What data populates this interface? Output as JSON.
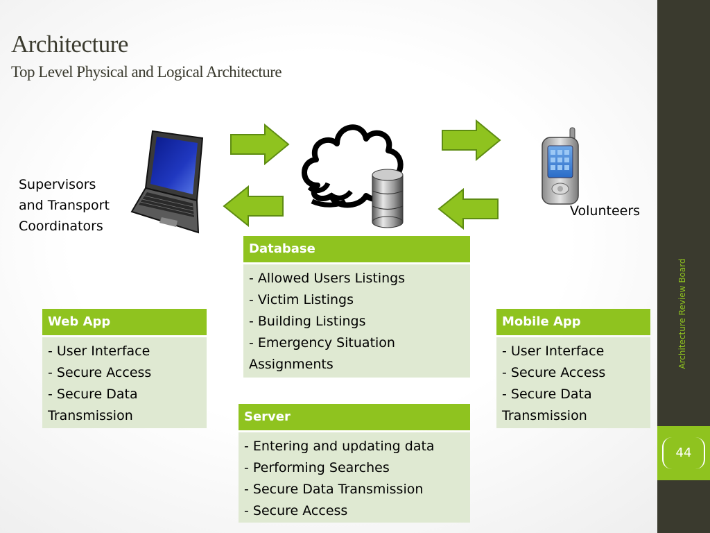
{
  "slide": {
    "title": "Architecture",
    "subtitle": "Top Level Physical and Logical Architecture",
    "sidebar_label": "Architecture Review Board",
    "page_number": "44"
  },
  "actors": {
    "supervisors": [
      "Supervisors",
      "and Transport",
      "Coordinators"
    ],
    "volunteers": "Volunteers"
  },
  "boxes": {
    "database": {
      "header": "Database",
      "items": [
        "- Allowed Users Listings",
        "- Victim Listings",
        "- Building Listings",
        "- Emergency Situation",
        "Assignments"
      ]
    },
    "webapp": {
      "header": "Web App",
      "items": [
        "- User Interface",
        "- Secure Access",
        "- Secure Data",
        "Transmission"
      ]
    },
    "mobileapp": {
      "header": "Mobile App",
      "items": [
        "- User Interface",
        "- Secure Access",
        "- Secure Data",
        "Transmission"
      ]
    },
    "server": {
      "header": "Server",
      "items": [
        "- Entering and updating  data",
        "- Performing Searches",
        "- Secure Data Transmission",
        "- Secure Access"
      ]
    }
  },
  "icons": [
    "laptop-icon",
    "cloud-icon",
    "database-icon",
    "mobile-phone-icon",
    "arrow-right-icon",
    "arrow-left-icon"
  ],
  "colors": {
    "accent": "#8fc31f",
    "sidebar": "#3a3a2e",
    "box_body": "#dfe9d2"
  }
}
